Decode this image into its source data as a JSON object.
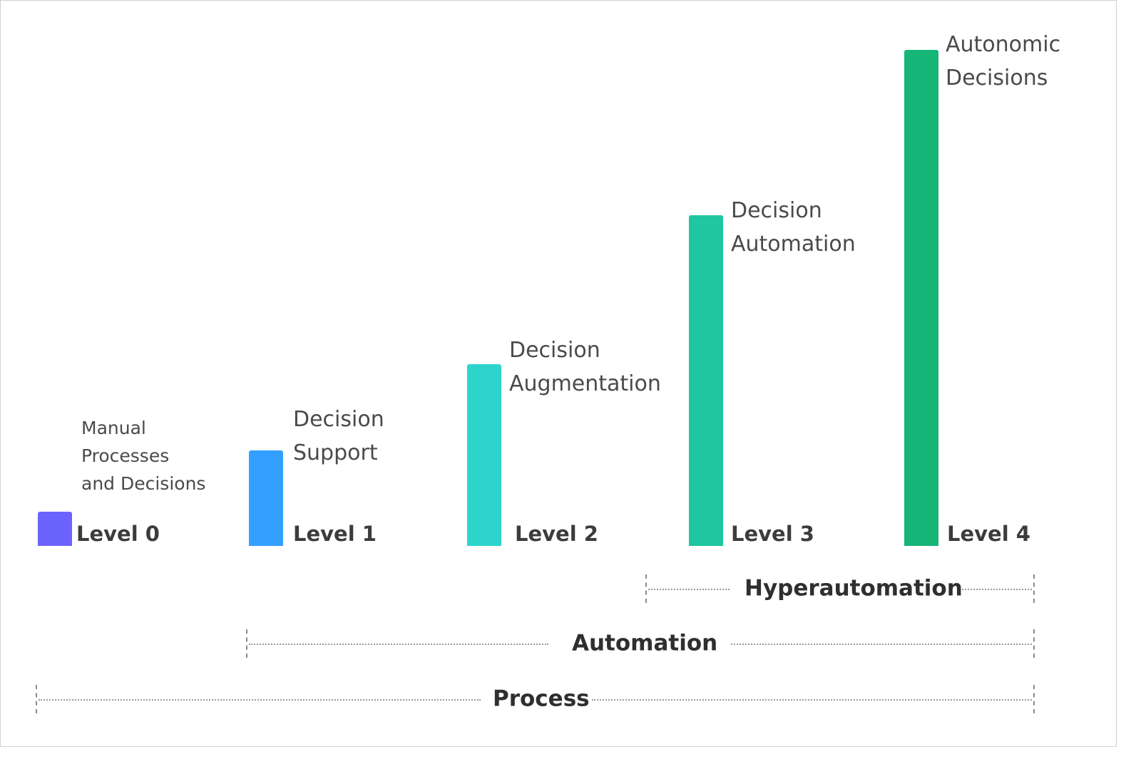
{
  "levels": [
    {
      "label": "Level 0",
      "description": [
        "Manual",
        "Processes",
        "and Decisions"
      ],
      "color": "#6c63ff"
    },
    {
      "label": "Level 1",
      "description": [
        "Decision",
        "Support"
      ],
      "color": "#33a0ff"
    },
    {
      "label": "Level 2",
      "description": [
        "Decision",
        "Augmentation"
      ],
      "color": "#2dd4cc"
    },
    {
      "label": "Level 3",
      "description": [
        "Decision",
        "Automation"
      ],
      "color": "#20c6a0"
    },
    {
      "label": "Level 4",
      "description": [
        "Autonomic",
        "Decisions"
      ],
      "color": "#16b578"
    }
  ],
  "ranges": [
    {
      "label": "Hyperautomation",
      "from": "Level 3",
      "to": "Level 4"
    },
    {
      "label": "Automation",
      "from": "Level 1",
      "to": "Level 4"
    },
    {
      "label": "Process",
      "from": "Level 0",
      "to": "Level 4"
    }
  ]
}
